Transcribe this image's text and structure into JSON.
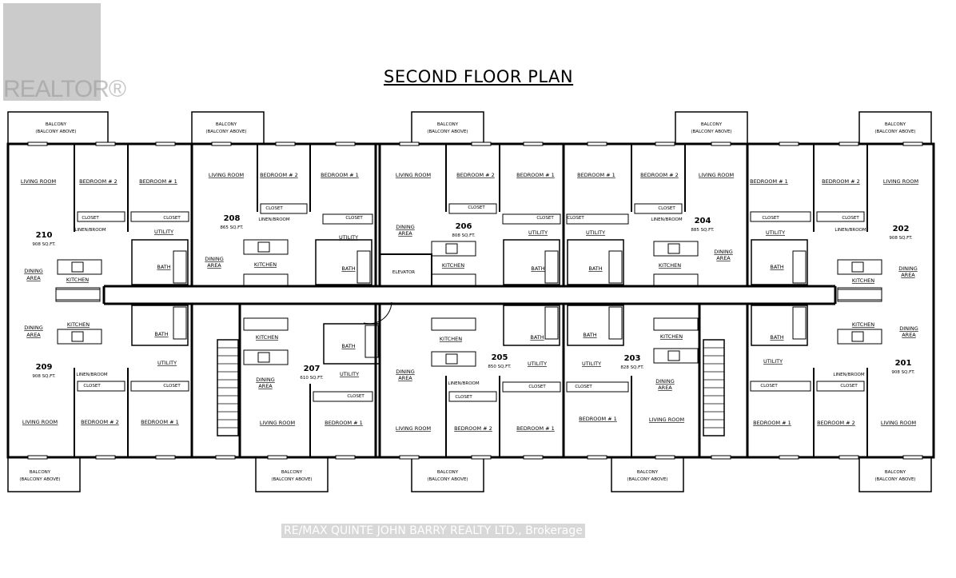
{
  "title": "SECOND FLOOR PLAN",
  "watermark": "REALTOR®",
  "brokerage": "RE/MAX QUINTE JOHN BARRY REALTY LTD., Brokerage",
  "rooms": {
    "living_room": "LIVING ROOM",
    "bedroom_1": "BEDROOM # 1",
    "bedroom_2": "BEDROOM # 2",
    "closet": "CLOSET",
    "linen_broom": "LINEN/BROOM",
    "utility": "UTILITY",
    "bath": "BATH",
    "kitchen": "KITCHEN",
    "dining": "DINING",
    "area": "AREA",
    "balcony": "BALCONY",
    "balcony_above": "(BALCONY ABOVE)",
    "elevator": "ELEVATOR"
  },
  "units": {
    "u210": {
      "number": "210",
      "area": "908 SQ.FT."
    },
    "u208": {
      "number": "208",
      "area": "865 SQ.FT."
    },
    "u206": {
      "number": "206",
      "area": "808 SQ.FT."
    },
    "u204": {
      "number": "204",
      "area": "885 SQ.FT."
    },
    "u202": {
      "number": "202",
      "area": "908 SQ.FT."
    },
    "u209": {
      "number": "209",
      "area": "908 SQ.FT."
    },
    "u207": {
      "number": "207",
      "area": "610 SQ.FT."
    },
    "u205": {
      "number": "205",
      "area": "850 SQ.FT."
    },
    "u203": {
      "number": "203",
      "area": "828 SQ.FT."
    },
    "u201": {
      "number": "201",
      "area": "908 SQ.FT."
    }
  }
}
